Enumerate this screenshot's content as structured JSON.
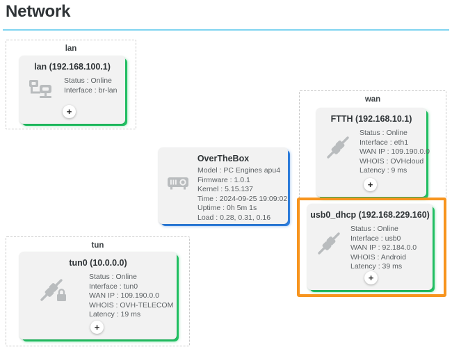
{
  "page": {
    "title": "Network"
  },
  "groups": [
    {
      "id": "lan",
      "label": "lan"
    },
    {
      "id": "wan",
      "label": "wan"
    },
    {
      "id": "tun",
      "label": "tun"
    }
  ],
  "cards": {
    "lan": {
      "title": "lan (192.168.100.1)",
      "icon": "network-sitemap-icon",
      "accent": "#22c264",
      "props": [
        "Status : Online",
        "Interface : br-lan"
      ],
      "add_label": "+"
    },
    "overthebox": {
      "title": "OverTheBox",
      "icon": "device-box-icon",
      "accent": "#2e7fe0",
      "props": [
        "Model : PC Engines apu4",
        "Firmware : 1.0.1",
        "Kernel : 5.15.137",
        "Time : 2024-09-25 19:09:02",
        "Uptime : 0h 5m 1s",
        "Load : 0.28, 0.31, 0.16"
      ]
    },
    "ftth": {
      "title": "FTTH (192.168.10.1)",
      "icon": "plug-connector-icon",
      "accent": "#22c264",
      "props": [
        "Status : Online",
        "Interface : eth1",
        "WAN IP : 109.190.0.0",
        "WHOIS : OVHcloud",
        "Latency : 9 ms"
      ],
      "add_label": "+"
    },
    "usb0_dhcp": {
      "title": "usb0_dhcp (192.168.229.160)",
      "icon": "plug-connector-icon",
      "accent": "#22c264",
      "selected": true,
      "selection_color": "#f7941e",
      "props": [
        "Status : Online",
        "Interface : usb0",
        "WAN IP : 92.184.0.0",
        "WHOIS : Android",
        "Latency : 39 ms"
      ],
      "add_label": "+"
    },
    "tun0": {
      "title": "tun0 (10.0.0.0)",
      "icon": "plug-connector-lock-icon",
      "accent": "#22c264",
      "props": [
        "Status : Online",
        "Interface : tun0",
        "WAN IP : 109.190.0.0",
        "WHOIS : OVH-TELECOM",
        "Latency : 19 ms"
      ],
      "add_label": "+"
    }
  },
  "theme": {
    "rule_color": "#7fd4f0",
    "card_background": "#f2f2f2",
    "group_border": "#c9c9c9",
    "text_color": "#5a5f62"
  }
}
